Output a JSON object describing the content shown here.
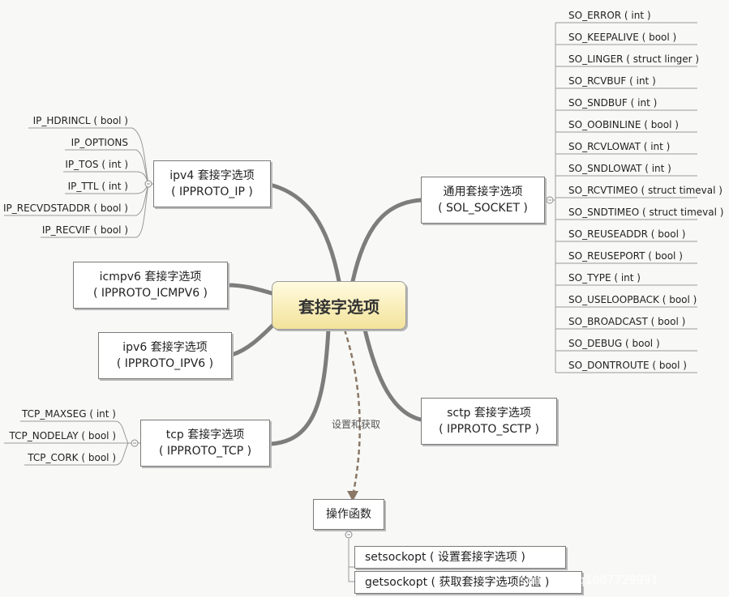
{
  "root": {
    "label": "套接字选项"
  },
  "ipv4": {
    "title": "ipv4 套接字选项",
    "subtitle": "( IPPROTO_IP )",
    "options": [
      "IP_HDRINCL ( bool )",
      "IP_OPTIONS",
      "IP_TOS ( int )",
      "IP_TTL ( int )",
      "IP_RECVDSTADDR ( bool )",
      "IP_RECVIF ( bool )"
    ]
  },
  "icmpv6": {
    "title": "icmpv6 套接字选项",
    "subtitle": "( IPPROTO_ICMPV6 )"
  },
  "ipv6": {
    "title": "ipv6 套接字选项",
    "subtitle": "( IPPROTO_IPV6 )"
  },
  "tcp": {
    "title": "tcp 套接字选项",
    "subtitle": "( IPPROTO_TCP )",
    "options": [
      "TCP_MAXSEG ( int )",
      "TCP_NODELAY ( bool )",
      "TCP_CORK ( bool )"
    ]
  },
  "generic": {
    "title": "通用套接字选项",
    "subtitle": "( SOL_SOCKET )",
    "options": [
      "SO_ERROR ( int )",
      "SO_KEEPALIVE ( bool )",
      "SO_LINGER ( struct linger )",
      "SO_RCVBUF ( int )",
      "SO_SNDBUF ( int )",
      "SO_OOBINLINE ( bool )",
      "SO_RCVLOWAT ( int )",
      "SO_SNDLOWAT ( int )",
      "SO_RCVTIMEO ( struct timeval )",
      "SO_SNDTIMEO ( struct timeval )",
      "SO_REUSEADDR ( bool )",
      "SO_REUSEPORT ( bool )",
      "SO_TYPE ( int )",
      "SO_USELOOPBACK ( bool )",
      "SO_BROADCAST ( bool )",
      "SO_DEBUG ( bool )",
      "SO_DONTROUTE ( bool )"
    ]
  },
  "sctp": {
    "title": "sctp 套接字选项",
    "subtitle": "( IPPROTO_SCTP )"
  },
  "relation": {
    "label": "设置和获取"
  },
  "functions": {
    "title": "操作函数",
    "items": [
      "setsockopt ( 设置套接字选项 )",
      "getsockopt ( 获取套接字选项的值 )"
    ]
  },
  "watermark": "sdn.net/q1007729991"
}
